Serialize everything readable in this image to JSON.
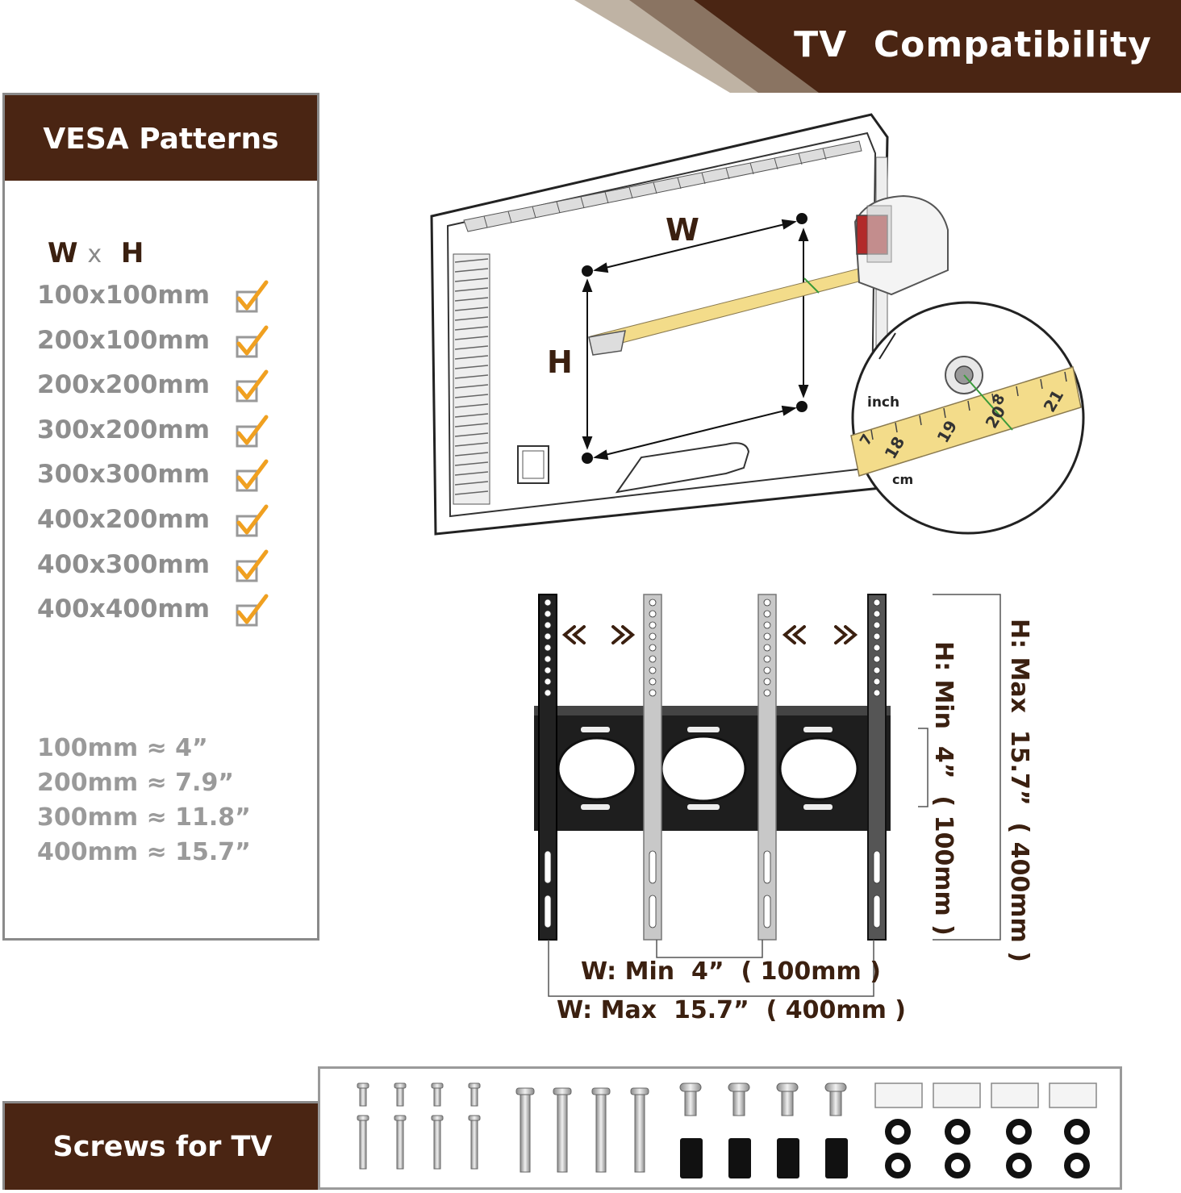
{
  "header": {
    "title": "TV  Compatibility"
  },
  "vesa": {
    "title": "VESA Patterns",
    "wxh": {
      "w": "W",
      "x": "x",
      "h": "H"
    },
    "patterns": [
      "100x100mm",
      "200x100mm",
      "200x200mm",
      "300x200mm",
      "300x300mm",
      "400x200mm",
      "400x300mm",
      "400x400mm"
    ],
    "conversions": [
      "100mm ≈ 4”",
      "200mm ≈ 7.9”",
      "300mm ≈ 11.8”",
      "400mm ≈ 15.7”"
    ]
  },
  "tv_diagram": {
    "w_label": "W",
    "h_label": "H",
    "inch_label": "inch",
    "cm_label": "cm",
    "tape_numbers": [
      "18",
      "19",
      "20",
      "21",
      "8",
      "7"
    ]
  },
  "mount": {
    "w_min": "W: Min  4”  ( 100mm )",
    "w_max": "W: Max  15.7”  ( 400mm )",
    "h_min": "H: Min  4”  ( 100mm )",
    "h_max": "H: Max  15.7”  ( 400mm )"
  },
  "screws": {
    "title": "Screws for TV"
  },
  "colors": {
    "brand_brown": "#4a2513",
    "check_orange": "#f0a020",
    "tape_yellow": "#f3dc8a"
  }
}
